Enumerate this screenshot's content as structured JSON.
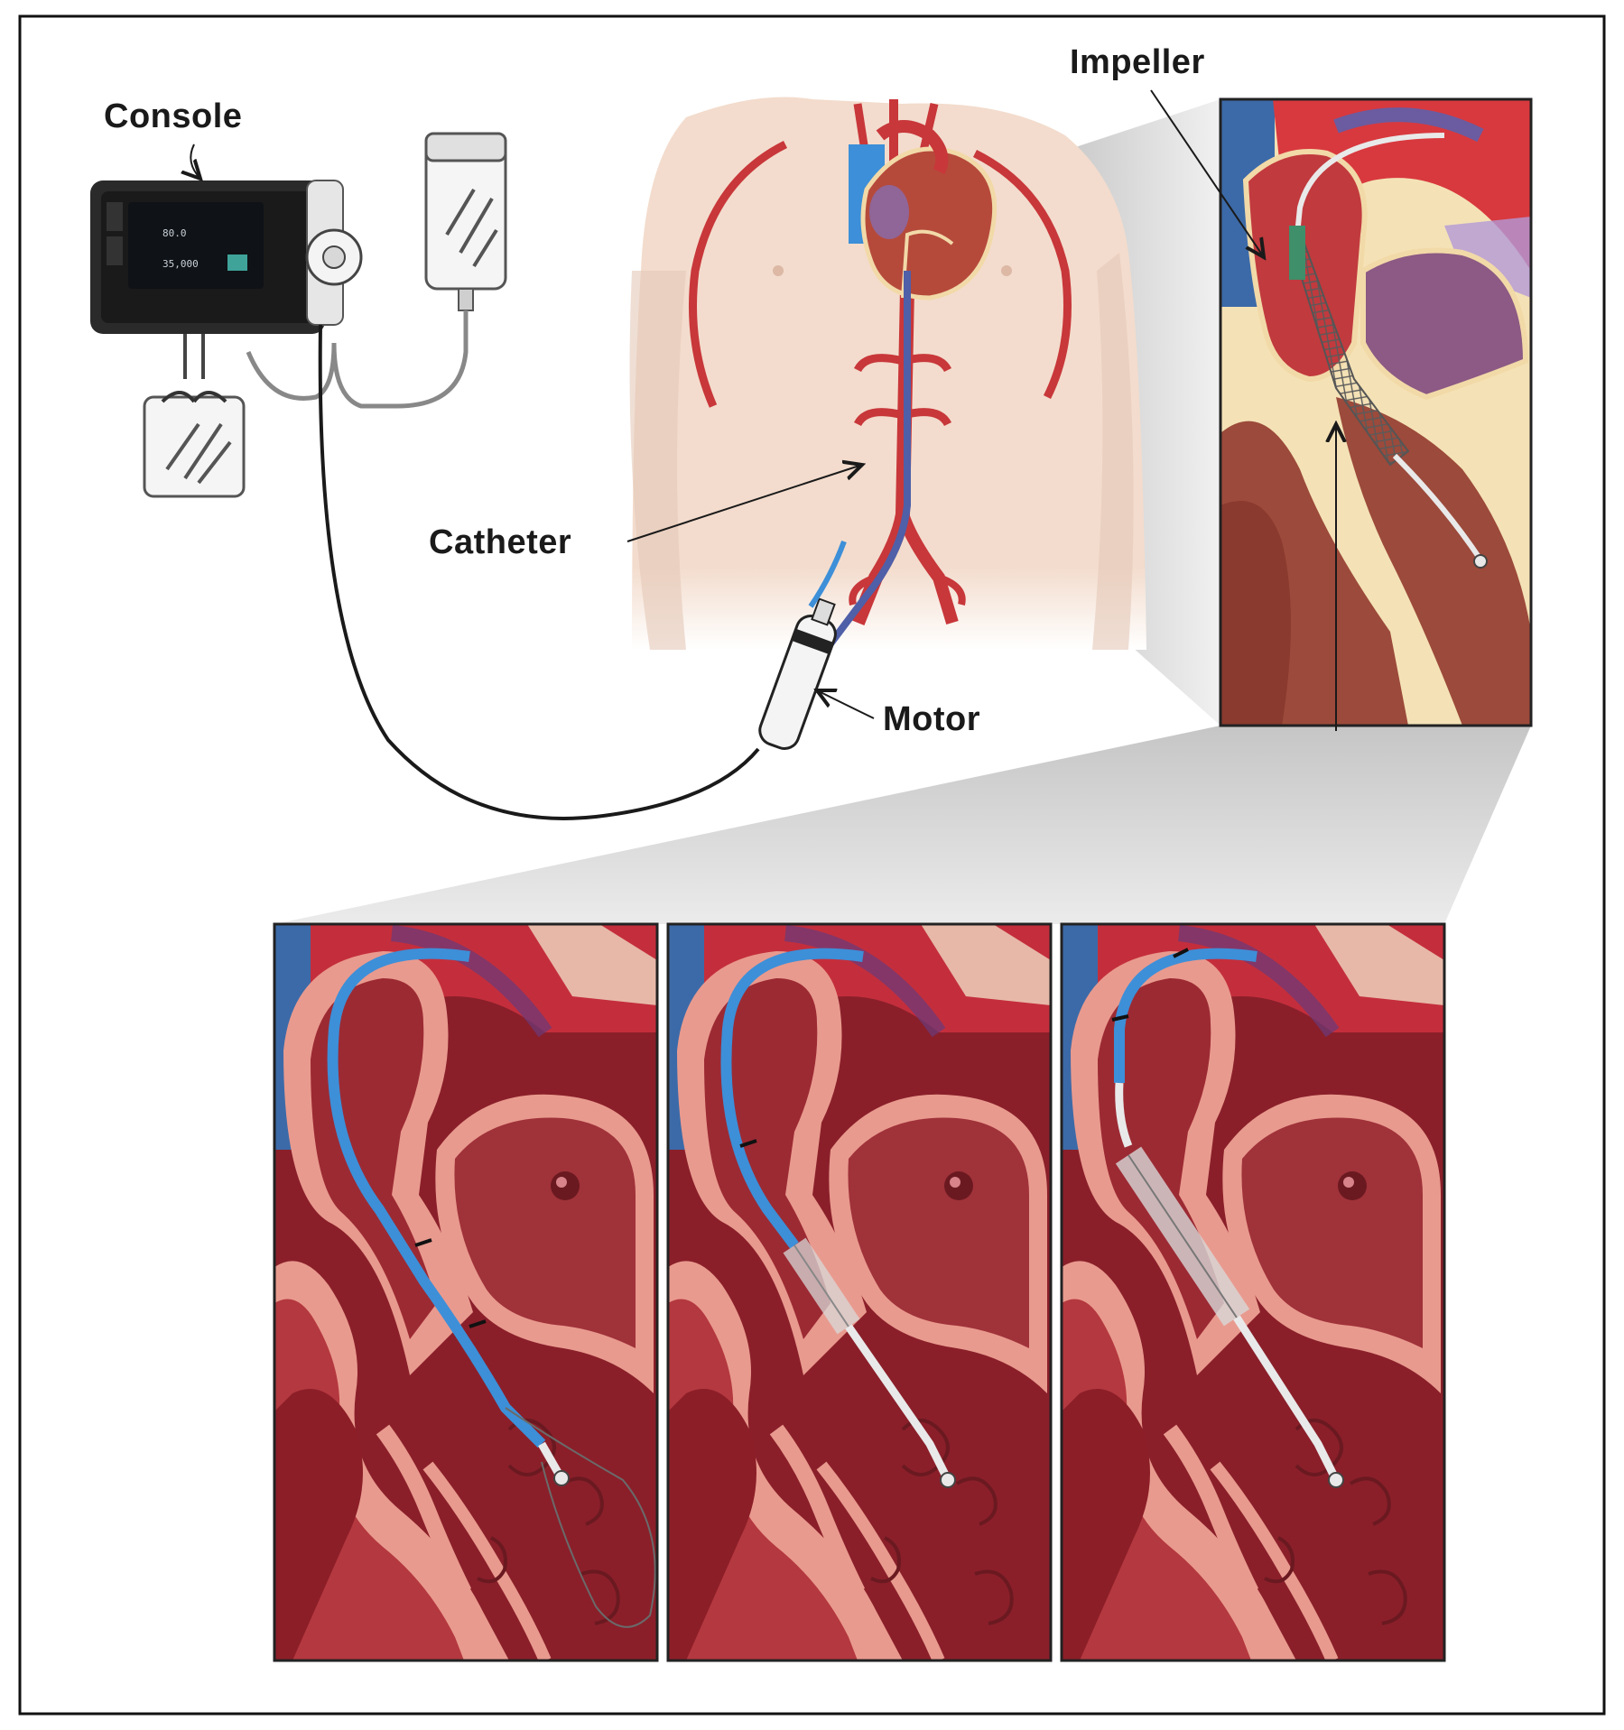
{
  "labels": {
    "console": "Console",
    "impeller": "Impeller",
    "catheter": "Catheter",
    "motor": "Motor"
  },
  "console_screen": {
    "line1": "80.0",
    "line2": "35,000"
  },
  "colors": {
    "frame_border": "#111111",
    "background": "#ffffff",
    "skin": "#f3dccd",
    "artery": "#c8373a",
    "vein": "#4f5fa8",
    "myocardium_dark": "#7e1a24",
    "myocardium": "#a8323b",
    "endocardium_pink": "#eba699",
    "catheter_blue": "#3d8fd8",
    "console_body": "#2a2a2a",
    "screen_accent": "#3fa39a"
  },
  "icons": [
    "console-device",
    "saline-bag",
    "purge-bag",
    "motor-unit",
    "heart-illustration",
    "impeller-pump"
  ]
}
